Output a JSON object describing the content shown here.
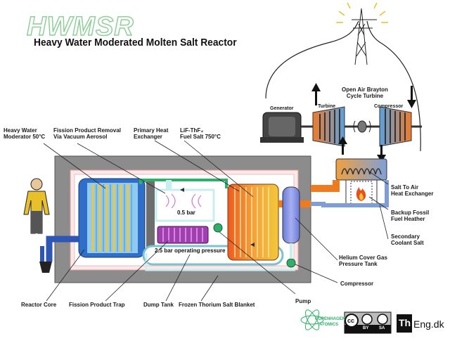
{
  "header": {
    "acronym": "HWMSR",
    "title": "Heavy Water Moderated Molten Salt Reactor"
  },
  "labels": {
    "moderator": "Heavy Water\nModerator 50°C",
    "fission_removal": "Fission Product Removal\nVia Vacuum Aerosol",
    "primary_hx": "Primary Heat\nExchanger",
    "fuel_salt": "LiF-ThF₄\nFuel Salt 750°C",
    "generator": "Generator",
    "brayton": "Open Air Brayton\nCycle Turbine",
    "turbine": "Turbine",
    "compressor_top": "Compressor",
    "salt_to_air": "Salt To Air\nHeat Exchanger",
    "backup_fossil": "Backup Fossil\nFuel Heather",
    "secondary_coolant": "Secondary\nCoolant Salt",
    "helium_tank": "Helium Cover Gas\nPressure Tank",
    "compressor_bottom": "Compressor",
    "pump": "Pump",
    "reactor_core": "Reactor Core",
    "fission_trap": "Fission Product Trap",
    "dump_tank": "Dump Tank",
    "thorium_blanket": "Frozen Thorium Salt Blanket",
    "pressure_low": "0.5 bar",
    "pressure_operating": "2.5 bar operating pressure"
  },
  "footer": {
    "copenhagen": "COPENHAGEN",
    "atomics": "ATOMICS",
    "cc": "cc",
    "by": "BY",
    "sa": "SA",
    "th": "Th",
    "engdk": "Eng.dk"
  },
  "colors": {
    "title_outline": "#8fcf9a",
    "wall": "#8c8c8c",
    "moderator_blue": "#2f6fc9",
    "fuel_orange": "#f07a1e",
    "fuel_yellow": "#f2c63a",
    "coolant_green": "#2fb06a",
    "pipe_cyan": "#c8eef0",
    "trap_purple": "#a23fb0",
    "tank_blue": "#7f8ee6",
    "dewar_blue": "#3a72d8"
  },
  "icons": [
    "person-icon",
    "pylon-icon",
    "fire-icon",
    "cc-icon",
    "person-by-icon",
    "share-alike-icon",
    "atom-logo-icon"
  ]
}
